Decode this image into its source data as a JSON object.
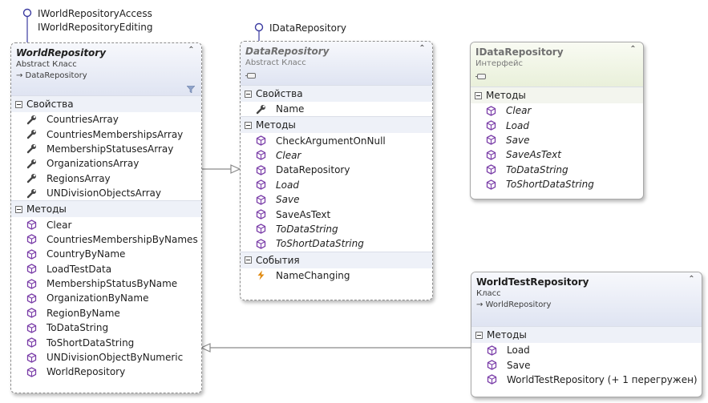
{
  "lollipops": {
    "world_repository": [
      "IWorldRepositoryAccess",
      "IWorldRepositoryEditing"
    ],
    "data_repository": [
      "IDataRepository"
    ]
  },
  "world_repository": {
    "name": "WorldRepository",
    "stereotype": "Abstract Класс",
    "base": "→ DataRepository",
    "properties_title": "Свойства",
    "properties": [
      "CountriesArray",
      "CountriesMembershipsArray",
      "MembershipStatusesArray",
      "OrganizationsArray",
      "RegionsArray",
      "UNDivisionObjectsArray"
    ],
    "methods_title": "Методы",
    "methods": [
      "Clear",
      "CountriesMembershipByNames",
      "CountryByName",
      "LoadTestData",
      "MembershipStatusByName",
      "OrganizationByName",
      "RegionByName",
      "ToDataString",
      "ToShortDataString",
      "UNDivisionObjectByNumeric",
      "WorldRepository"
    ]
  },
  "data_repository": {
    "name": "DataRepository",
    "stereotype": "Abstract Класс",
    "properties_title": "Свойства",
    "properties": [
      "Name"
    ],
    "methods_title": "Методы",
    "methods": [
      "CheckArgumentOnNull",
      "Clear",
      "DataRepository",
      "Load",
      "Save",
      "SaveAsText",
      "ToDataString",
      "ToShortDataString"
    ],
    "events_title": "События",
    "events": [
      "NameChanging"
    ]
  },
  "idata_repository": {
    "name": "IDataRepository",
    "stereotype": "Интерфейс",
    "methods_title": "Методы",
    "methods": [
      "Clear",
      "Load",
      "Save",
      "SaveAsText",
      "ToDataString",
      "ToShortDataString"
    ]
  },
  "world_test_repository": {
    "name": "WorldTestRepository",
    "stereotype": "Класс",
    "base": "→ WorldRepository",
    "methods_title": "Методы",
    "methods": [
      "Load",
      "Save",
      "WorldTestRepository (+ 1 перегружен)"
    ]
  },
  "colors": {
    "lollipop": "#3a3aa0",
    "method_icon": "#7a3da8",
    "event_icon": "#e08b12",
    "property_icon": "#444444",
    "connector": "#8a8a8a"
  },
  "icons": {
    "property": "wrench-icon",
    "method": "cube-icon",
    "event": "lightning-icon",
    "collapse": "double-chevron-up-icon",
    "filter": "filter-icon"
  }
}
